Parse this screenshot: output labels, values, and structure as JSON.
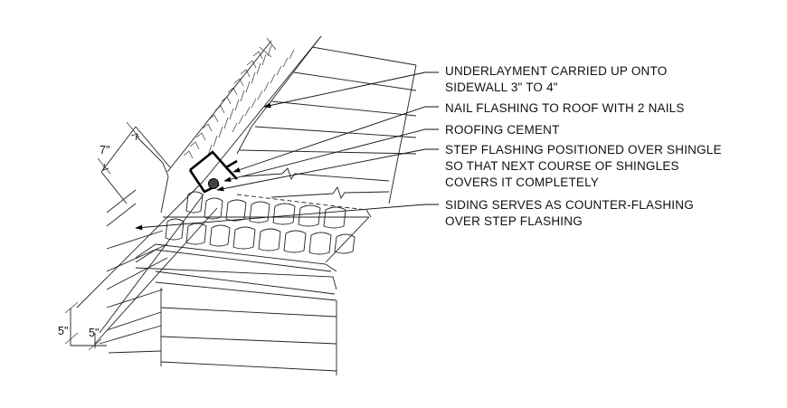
{
  "callouts": [
    {
      "line1": "UNDERLAYMENT CARRIED UP ONTO",
      "line2": "SIDEWALL 3\" TO 4\""
    },
    {
      "line1": "NAIL FLASHING TO ROOF WITH 2 NAILS",
      "line2": ""
    },
    {
      "line1": "ROOFING CEMENT",
      "line2": ""
    },
    {
      "line1": "STEP FLASHING POSITIONED OVER SHINGLE",
      "line2": "SO THAT NEXT COURSE OF SHINGLES",
      "line3": "COVERS IT COMPLETELY"
    },
    {
      "line1": "SIDING SERVES AS COUNTER-FLASHING",
      "line2": "OVER STEP FLASHING"
    }
  ],
  "dimensions": {
    "flashing_width": "7\"",
    "roof_leg_a": "5\"",
    "roof_leg_b": "5\""
  }
}
